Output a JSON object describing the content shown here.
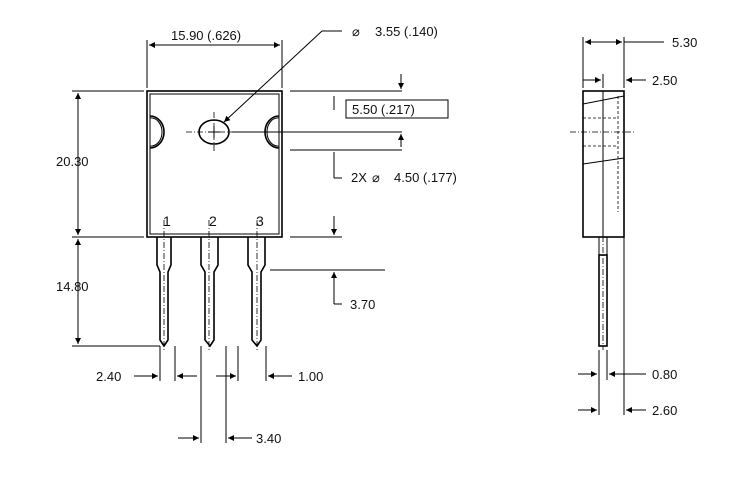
{
  "front_view": {
    "body_width": "15.90 (.626)",
    "mount_hole": "3.55 (.140)",
    "hole_offset": "5.50 (.217)",
    "slot_hole": "2X",
    "slot_hole_dim": "4.50 (.177)",
    "body_height": "20.30",
    "lead_length": "14.80",
    "lead_step": "3.70",
    "lead_width_wide": "2.40",
    "lead_width_narrow": "1.00",
    "lead_pitch": "3.40",
    "pins": [
      "1",
      "2",
      "3"
    ]
  },
  "side_view": {
    "total_thickness": "5.30",
    "tab_thickness": "2.50",
    "lead_thickness": "0.80",
    "lead_offset": "2.60"
  },
  "symbols": {
    "diameter": "⌀"
  }
}
